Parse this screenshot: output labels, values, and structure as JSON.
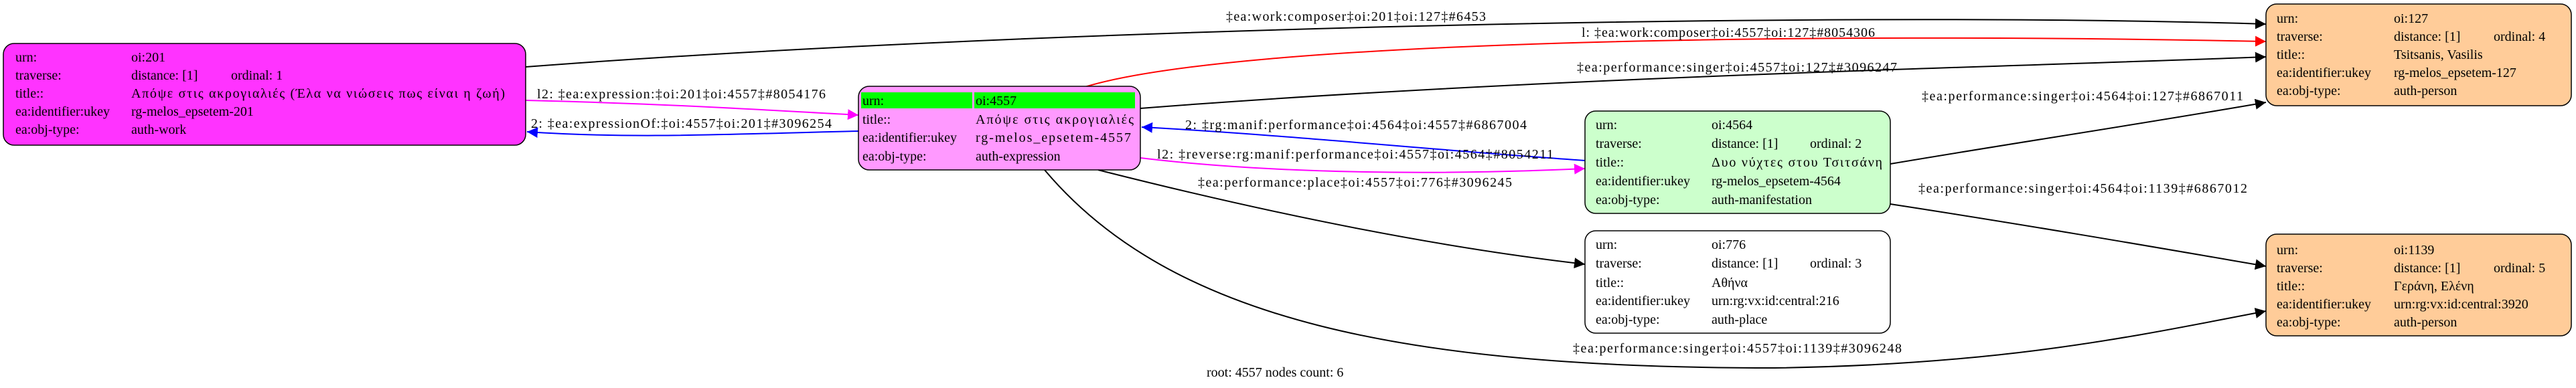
{
  "colors": {
    "work": "#ff33ff",
    "expression": "#ff99ff",
    "manifestation": "#ccffcc",
    "place": "#ffffff",
    "person": "#ffcc99",
    "root_highlight": "#00ff00",
    "edge_default": "#000000",
    "edge_red": "#ff0000",
    "edge_blue": "#0000ff",
    "edge_magenta": "#ff00ff"
  },
  "nodes": {
    "n201": {
      "urn_label": "urn:",
      "urn": "oi:201",
      "traverse_label": "traverse:",
      "distance": "distance: [1]",
      "ordinal": "ordinal: 1",
      "title_label": "title::",
      "title": "Απόψε στις ακρογιαλιές (Έλα να νιώσεις πως είναι η ζωή)",
      "ukey_label": "ea:identifier:ukey",
      "ukey": "rg-melos_epsetem-201",
      "type_label": "ea:obj-type:",
      "type": "auth-work"
    },
    "n4557": {
      "urn_label": "urn:",
      "urn": "oi:4557",
      "title_label": "title::",
      "title": "Απόψε στις ακρογιαλιές",
      "ukey_label": "ea:identifier:ukey",
      "ukey": "rg-melos_epsetem-4557",
      "type_label": "ea:obj-type:",
      "type": "auth-expression"
    },
    "n4564": {
      "urn_label": "urn:",
      "urn": "oi:4564",
      "traverse_label": "traverse:",
      "distance": "distance: [1]",
      "ordinal": "ordinal: 2",
      "title_label": "title::",
      "title": "Δυο νύχτες στου Τσιτσάνη",
      "ukey_label": "ea:identifier:ukey",
      "ukey": "rg-melos_epsetem-4564",
      "type_label": "ea:obj-type:",
      "type": "auth-manifestation"
    },
    "n776": {
      "urn_label": "urn:",
      "urn": "oi:776",
      "traverse_label": "traverse:",
      "distance": "distance: [1]",
      "ordinal": "ordinal: 3",
      "title_label": "title::",
      "title": "Αθήνα",
      "ukey_label": "ea:identifier:ukey",
      "ukey": "urn:rg:vx:id:central:216",
      "type_label": "ea:obj-type:",
      "type": "auth-place"
    },
    "n127": {
      "urn_label": "urn:",
      "urn": "oi:127",
      "traverse_label": "traverse:",
      "distance": "distance: [1]",
      "ordinal": "ordinal: 4",
      "title_label": "title::",
      "title": "Tsitsanis, Vasilis",
      "ukey_label": "ea:identifier:ukey",
      "ukey": "rg-melos_epsetem-127",
      "type_label": "ea:obj-type:",
      "type": "auth-person"
    },
    "n1139": {
      "urn_label": "urn:",
      "urn": "oi:1139",
      "traverse_label": "traverse:",
      "distance": "distance: [1]",
      "ordinal": "ordinal: 5",
      "title_label": "title::",
      "title": "Γεράνη, Ελένη",
      "ukey_label": "ea:identifier:ukey",
      "ukey": "urn:rg:vx:id:central:3920",
      "type_label": "ea:obj-type:",
      "type": "auth-person"
    }
  },
  "edges": {
    "e201_127": "‡ea:work:composer‡oi:201‡oi:127‡#6453",
    "e4557_127_composer": "l: ‡ea:work:composer‡oi:4557‡oi:127‡#8054306",
    "e4557_127_singer": "‡ea:performance:singer‡oi:4557‡oi:127‡#3096247",
    "e201_4557": "l2: ‡ea:expression:‡oi:201‡oi:4557‡#8054176",
    "e4557_201": "2: ‡ea:expressionOf:‡oi:4557‡oi:201‡#3096254",
    "e4564_4557": "2: ‡rg:manif:performance‡oi:4564‡oi:4557‡#6867004",
    "e4557_4564": "l2: ‡reverse:rg:manif:performance‡oi:4557‡oi:4564‡#8054211",
    "e4557_776": "‡ea:performance:place‡oi:4557‡oi:776‡#3096245",
    "e4564_127": "‡ea:performance:singer‡oi:4564‡oi:127‡#6867011",
    "e4564_1139": "‡ea:performance:singer‡oi:4564‡oi:1139‡#6867012",
    "e4557_1139": "‡ea:performance:singer‡oi:4557‡oi:1139‡#3096248"
  },
  "footer": "root: 4557 nodes count: 6"
}
